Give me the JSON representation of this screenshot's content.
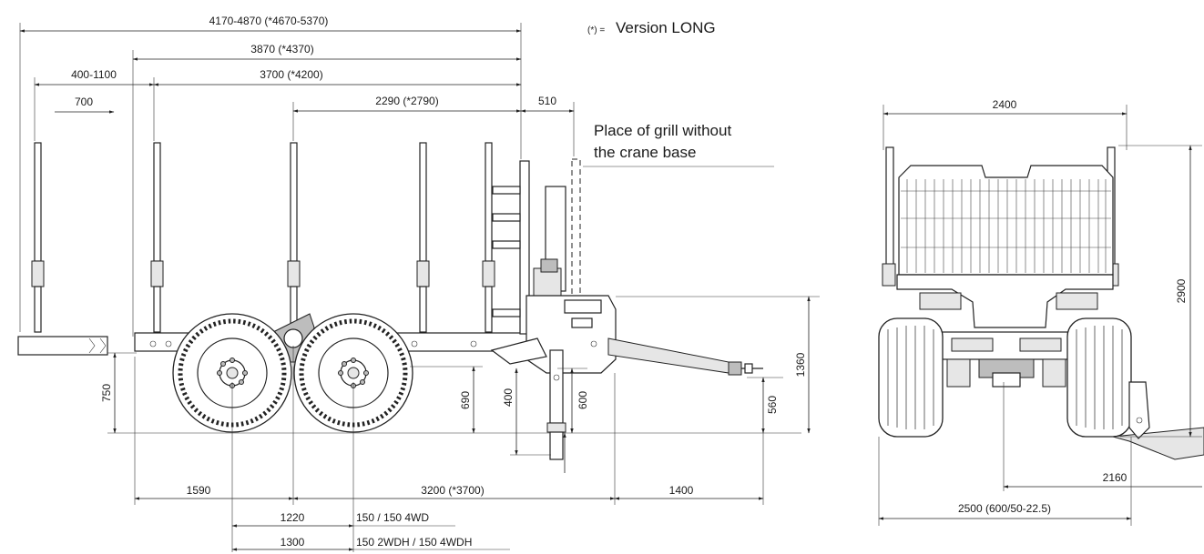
{
  "legend": {
    "marker": "(*) =",
    "text": "Version LONG"
  },
  "note": {
    "line1": "Place of grill without",
    "line2": "the crane base"
  },
  "side_view": {
    "overall_length": "4170-4870 (*4670-5370)",
    "dim_3870": "3870 (*4370)",
    "dim_3700": "3700 (*4200)",
    "dim_400_1100": "400-1100",
    "dim_700": "700",
    "dim_2290": "2290 (*2790)",
    "dim_510": "510",
    "dim_1360": "1360",
    "dim_750": "750",
    "dim_690": "690",
    "dim_400": "400",
    "dim_600": "600",
    "dim_560": "560",
    "dim_1590": "1590",
    "dim_3200": "3200 (*3700)",
    "dim_1400": "1400",
    "dim_1220": "1220",
    "axle_1": "150 / 150 4WD",
    "dim_1300": "1300",
    "axle_2": "150 2WDH / 150 4WDH"
  },
  "rear_view": {
    "dim_2400": "2400",
    "dim_2900": "2900",
    "dim_2160": "2160",
    "dim_2500": "2500 (600/50-22.5)"
  }
}
